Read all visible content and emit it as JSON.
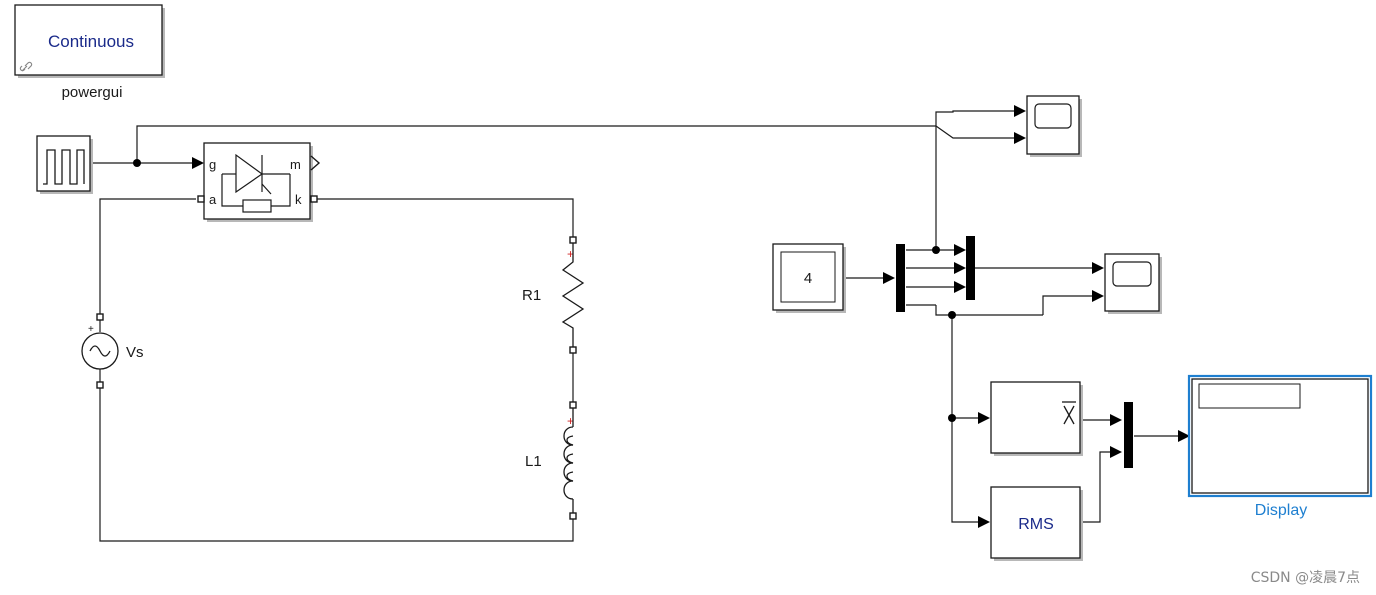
{
  "powergui": {
    "mode": "Continuous",
    "label": "powergui"
  },
  "thyristor": {
    "port_g": "g",
    "port_m": "m",
    "port_a": "a",
    "port_k": "k"
  },
  "source": {
    "label": "Vs"
  },
  "resistor": {
    "label": "R1"
  },
  "inductor": {
    "label": "L1"
  },
  "constant": {
    "value": "4"
  },
  "rms": {
    "label": "RMS"
  },
  "display": {
    "label": "Display"
  },
  "watermark": "CSDN @凌晨7点",
  "colors": {
    "accent": "#1e7fd0",
    "text_blue": "#1a2a8a",
    "wire": "#1a1a1a"
  }
}
